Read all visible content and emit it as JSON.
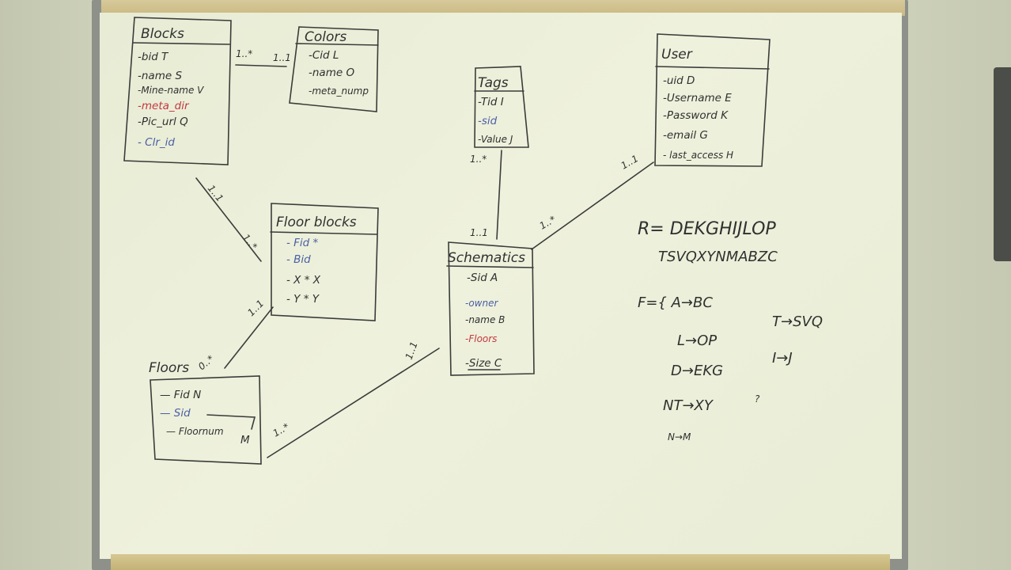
{
  "entities": {
    "blocks": {
      "title": "Blocks",
      "fields": [
        "-bid T",
        "-name S",
        "-Mine-name V",
        "-meta_dir",
        "-Pic_url Q",
        "- Clr_id"
      ]
    },
    "colors": {
      "title": "Colors",
      "fields": [
        "-Cid L",
        "-name O",
        "-meta_nump"
      ]
    },
    "tags": {
      "title": "Tags",
      "fields": [
        "-Tid I",
        "-sid",
        "-Value J"
      ]
    },
    "user": {
      "title": "User",
      "fields": [
        "-uid D",
        "-Username E",
        "-Password K",
        "-email G",
        "- last_access H"
      ]
    },
    "floor_blocks": {
      "title": "Floor blocks",
      "fields": [
        "- Fid *",
        "- Bid",
        "- X  *  X",
        "- Y  *  Y"
      ]
    },
    "schematics": {
      "title": "Schematics",
      "fields": [
        "-Sid A",
        "-owner",
        "-name B",
        "-Floors",
        "-Size C"
      ]
    },
    "floors": {
      "title": "Floors",
      "fields": [
        "— Fid N",
        "— Sid",
        "— Floornum",
        "M"
      ]
    }
  },
  "cardinalities": {
    "blocks_colors_left": "1..*",
    "blocks_colors_right": "1..1",
    "blocks_floorblocks_top": "1..1",
    "blocks_floorblocks_bottom": "1..*",
    "floors_floorblocks_top": "1..1",
    "floors_floorblocks_bottom": "0..*",
    "tags_schematics_top": "1..*",
    "tags_schematics_bottom": "1..1",
    "user_schematics_top": "1..1",
    "user_schematics_bottom": "1..*",
    "schematics_floors_top": "1..1",
    "schematics_floors_bottom": "1..*"
  },
  "notes": {
    "r_line1": "R= DEKGHIJLOP",
    "r_line2": "TSVQXYNMABZC",
    "f_start": "F={ A→BC",
    "f_t": "T→SVQ",
    "f_l": "L→OP",
    "f_i": "I→J",
    "f_d": "D→EKG",
    "f_q": "?",
    "f_nt": "NT→XY",
    "f_nm": "N→M"
  },
  "colors": {
    "ink": "#2f3130",
    "blue_marker": "#4b5fa6",
    "red_marker": "#c5363f",
    "board": "#eceFd8"
  }
}
